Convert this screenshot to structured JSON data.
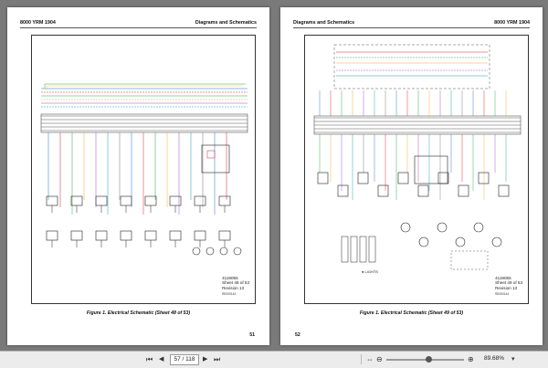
{
  "left_page": {
    "header_left": "8000 YRM 1904",
    "header_right": "Diagrams and Schematics",
    "schematic_info": [
      "4119055",
      "Sheet 48 of 53",
      "Revision 13"
    ],
    "drawing_code": "RE000143",
    "caption": "Figure 1. Electrical Schematic (Sheet 48 of 53)",
    "page_number": "51"
  },
  "right_page": {
    "header_left": "8000 YRM 1904",
    "header_right": "Diagrams and Schematics",
    "lights_label": "LIGHTS",
    "schematic_info": [
      "4119055",
      "Sheet 49 of 53",
      "Revision 13"
    ],
    "drawing_code": "RE000144",
    "caption": "Figure 1. Electrical Schematic (Sheet 49 of 53)",
    "page_number": "52"
  },
  "toolbar": {
    "first_icon": "⏮",
    "prev_icon": "◀",
    "page_value": "57 / 118",
    "next_icon": "▶",
    "last_icon": "⏭",
    "fit_icon": "⇔",
    "zoom_out_icon": "⊖",
    "zoom_in_icon": "⊕",
    "zoom_level": "89.68%",
    "zoom_fraction": 0.55,
    "dropdown_icon": "▾"
  }
}
